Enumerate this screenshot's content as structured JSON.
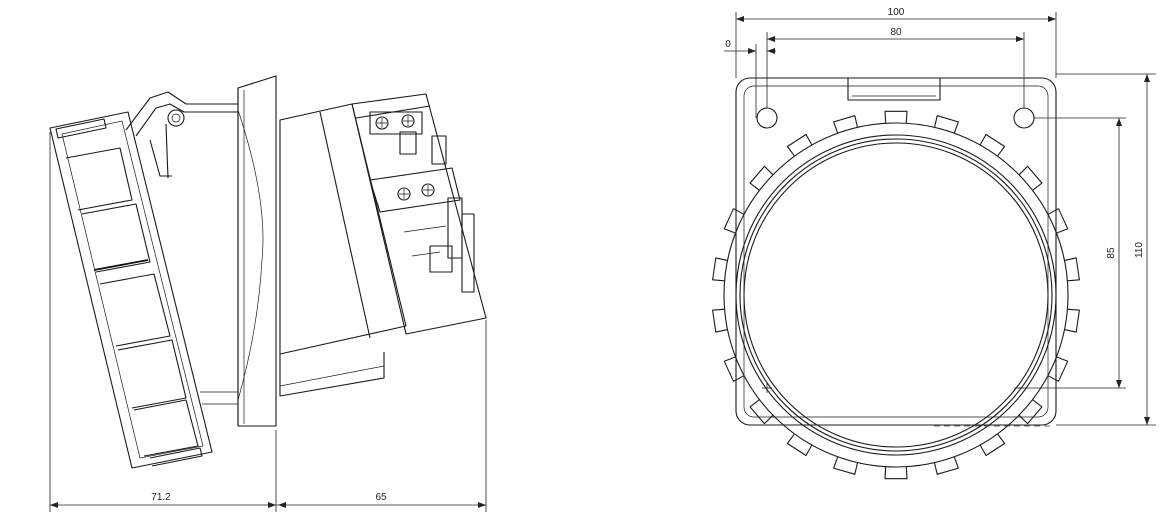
{
  "dimensions": {
    "side_depth_front": "71.2",
    "side_depth_rear": "65",
    "front_width_outer": "100",
    "front_hole_spacing_h": "80",
    "front_offset": "0",
    "front_hole_spacing_v": "85",
    "front_height_outer": "110"
  }
}
